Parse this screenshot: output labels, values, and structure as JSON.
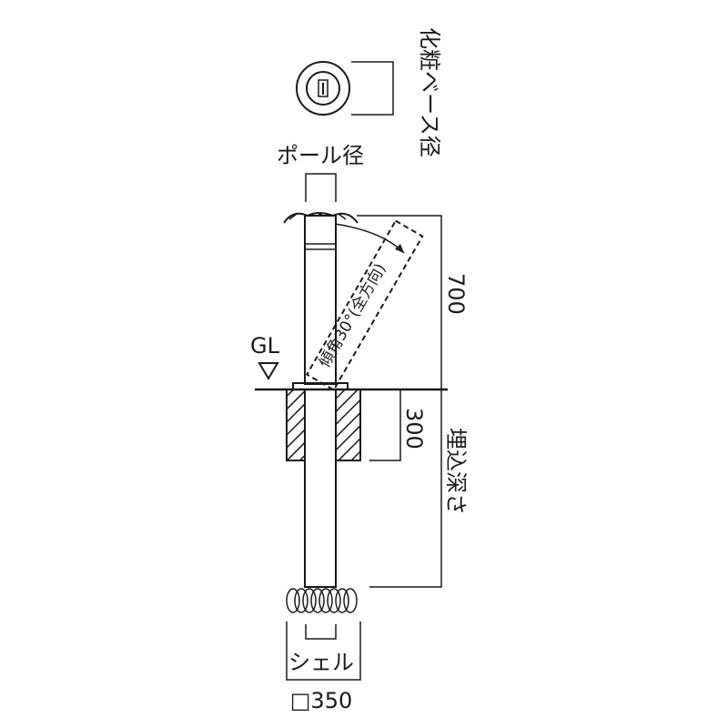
{
  "labels": {
    "base_dia": "化粧ベース径",
    "pole_dia": "ポール径",
    "gl": "GL",
    "height_700": "700",
    "tilt_note": "傾角30°(全方向)",
    "depth_300": "300",
    "burial_depth": "埋込深さ",
    "shell": "シェル",
    "square_350": "□350"
  }
}
